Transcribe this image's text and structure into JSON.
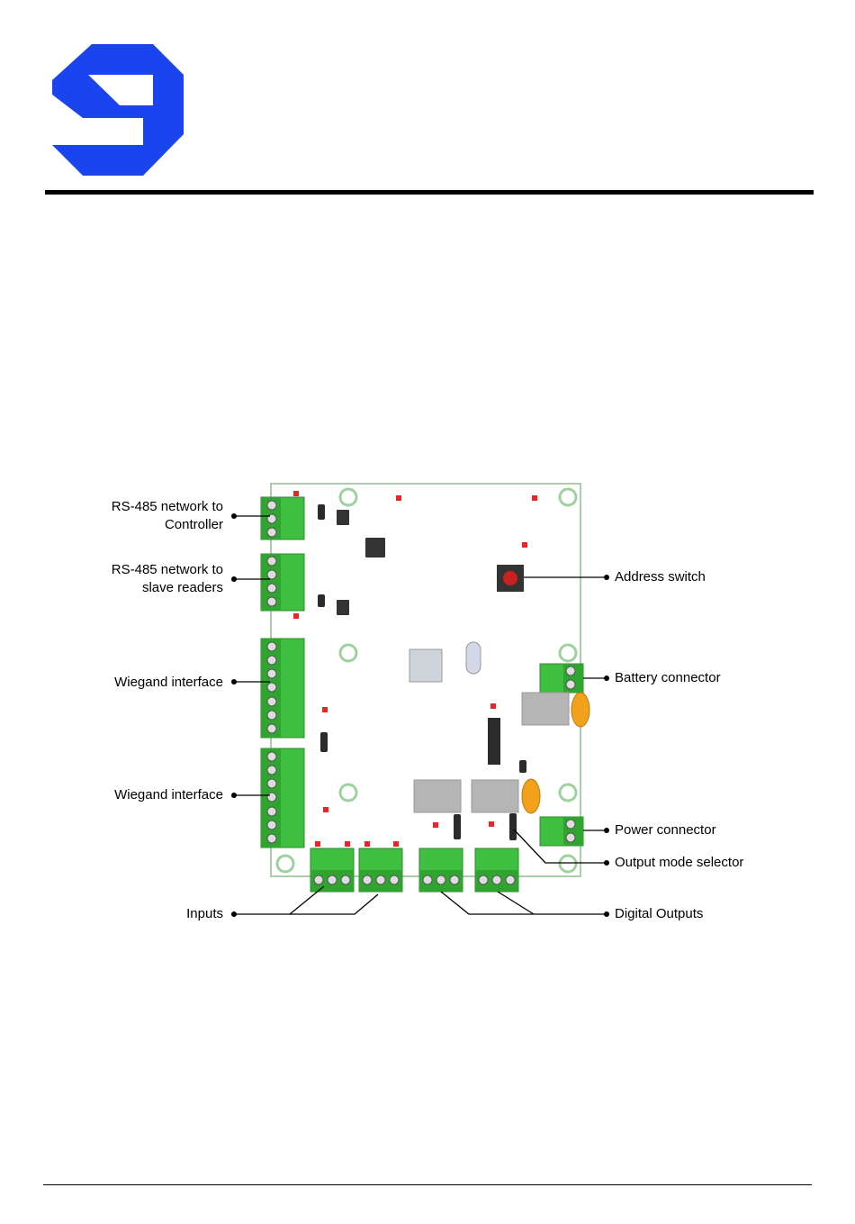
{
  "labels": {
    "rs485_controller_line1": "RS-485 network to",
    "rs485_controller_line2": "Controller",
    "rs485_slave_line1": "RS-485 network to",
    "rs485_slave_line2": "slave readers",
    "wiegand_1": "Wiegand interface",
    "wiegand_2": "Wiegand interface",
    "inputs": "Inputs",
    "address_switch": "Address switch",
    "battery_connector": "Battery connector",
    "power_connector": "Power connector",
    "output_mode_selector": "Output mode selector",
    "digital_outputs": "Digital Outputs"
  },
  "colors": {
    "logo": "#1a45ee",
    "board_outline": "#a9cfa9",
    "terminal_green": "#3fbf3f",
    "terminal_dark": "#2d8a2d",
    "mounting_hole": "#9fd09f",
    "led_red": "#e82626",
    "relay_gray": "#b5b5b5",
    "capacitor_orange": "#f2a21a",
    "switch_red": "#cc1f1f"
  }
}
